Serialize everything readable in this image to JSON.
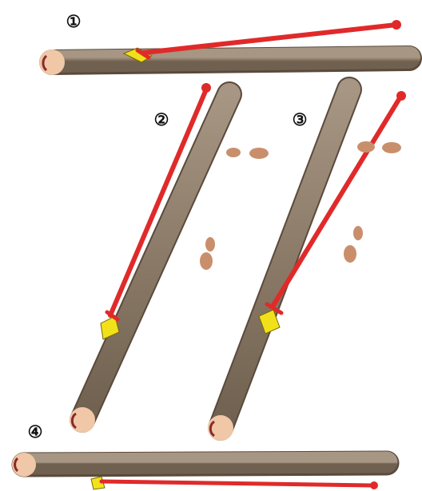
{
  "steps": [
    {
      "label": "①"
    },
    {
      "label": "②"
    },
    {
      "label": "③"
    },
    {
      "label": "④"
    }
  ],
  "colors": {
    "log": "#8b7a67",
    "log_dark": "#5a4a3c",
    "log_end": "#f0c7a7",
    "log_end_mark": "#8b2a2a",
    "rope": "#e02a2a",
    "binding": "#f1e11a",
    "footprint": "#c98f6c"
  },
  "icons": {
    "log": "log-icon",
    "rope": "rope-icon",
    "binding": "binding-icon",
    "footprint": "footprint-icon"
  }
}
